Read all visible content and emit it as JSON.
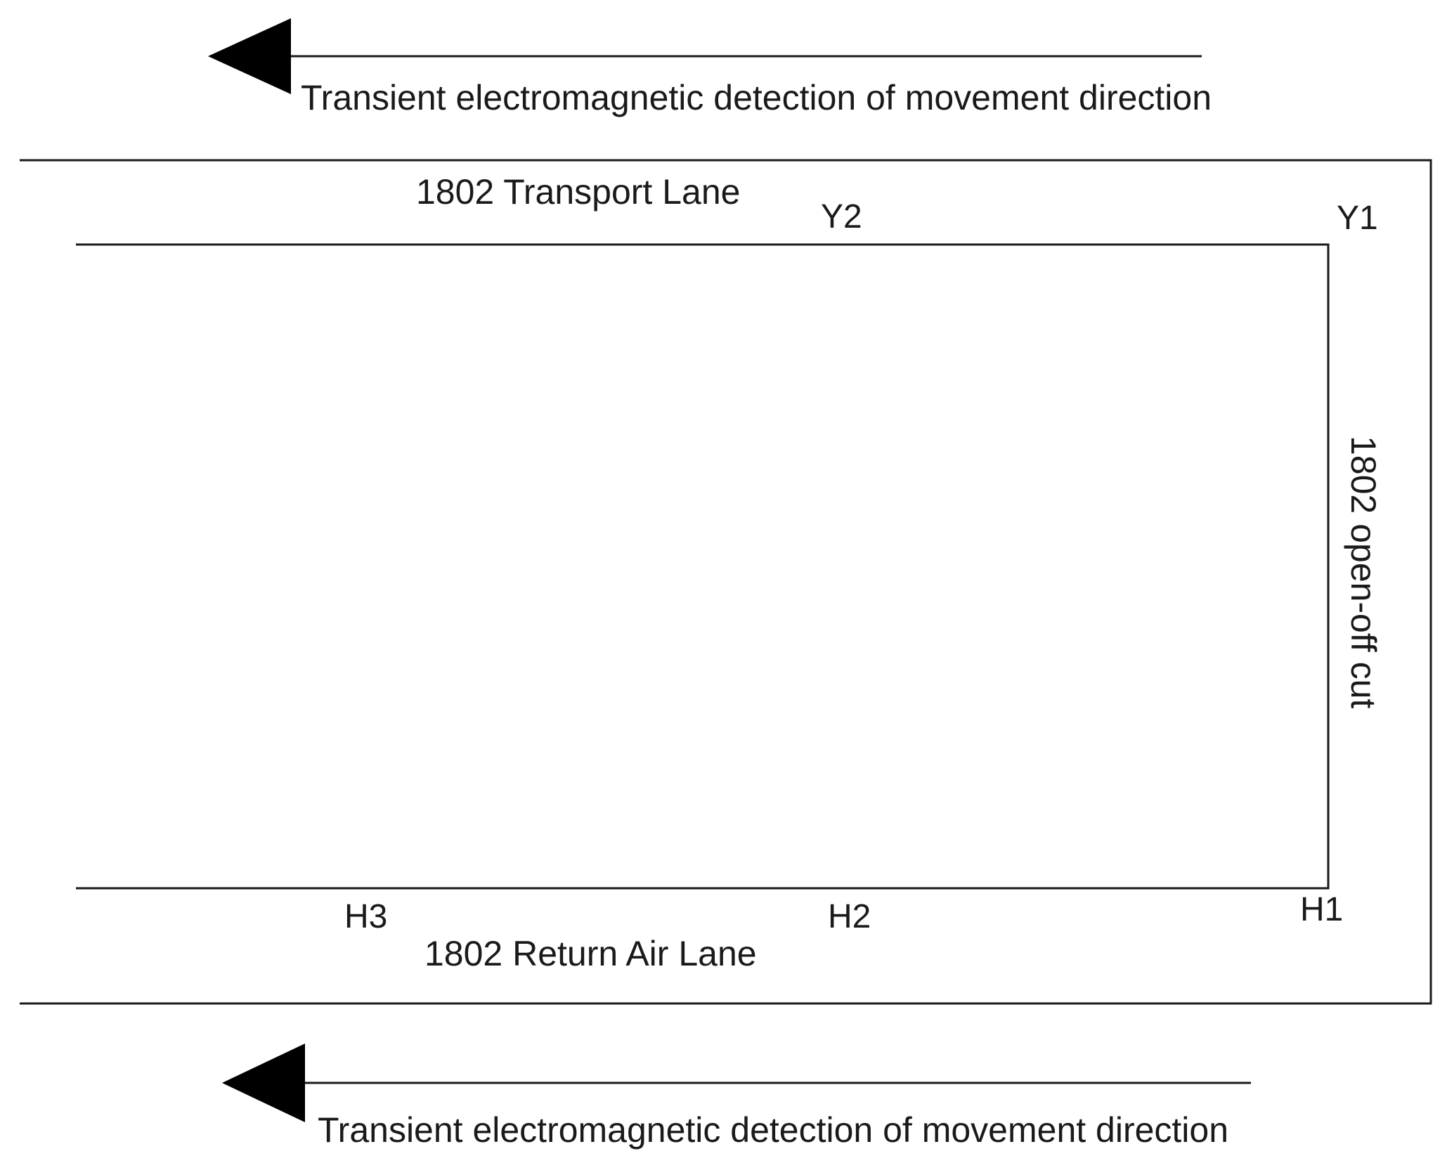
{
  "top_direction": {
    "label": "Transient electromagnetic detection of movement direction"
  },
  "bottom_direction": {
    "label": "Transient electromagnetic detection of movement direction"
  },
  "lanes": {
    "transport": "1802 Transport Lane",
    "return_air": "1802 Return Air Lane",
    "open_off_cut": "1802 open-off cut"
  },
  "points": {
    "y1": "Y1",
    "y2": "Y2",
    "h1": "H1",
    "h2": "H2",
    "h3": "H3"
  },
  "colors": {
    "ink": "#1a1a1a",
    "arrow": "#000000",
    "background": "#ffffff"
  }
}
